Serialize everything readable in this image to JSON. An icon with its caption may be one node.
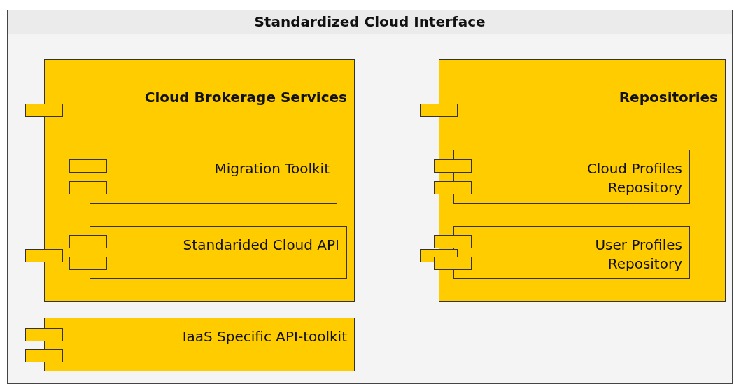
{
  "diagram": {
    "nodes": [
      {
        "text": [
          "Standardized Cloud Interface"
        ]
      },
      {
        "text": [
          "Cloud Brokerage Services"
        ],
        "in": 0
      },
      {
        "text": [
          "Migration Toolkit"
        ],
        "in": 1
      },
      {
        "text": [
          "Standarided Cloud API"
        ],
        "in": 1
      },
      {
        "text": [
          "Repositories"
        ],
        "in": 0
      },
      {
        "text": [
          "Cloud Profiles Repository"
        ],
        "in": 4
      },
      {
        "text": [
          "User Profiles Repository"
        ],
        "in": 4
      },
      {
        "text": [
          "IaaS Specific API-toolkit"
        ],
        "in": 0
      }
    ],
    "edges": []
  }
}
